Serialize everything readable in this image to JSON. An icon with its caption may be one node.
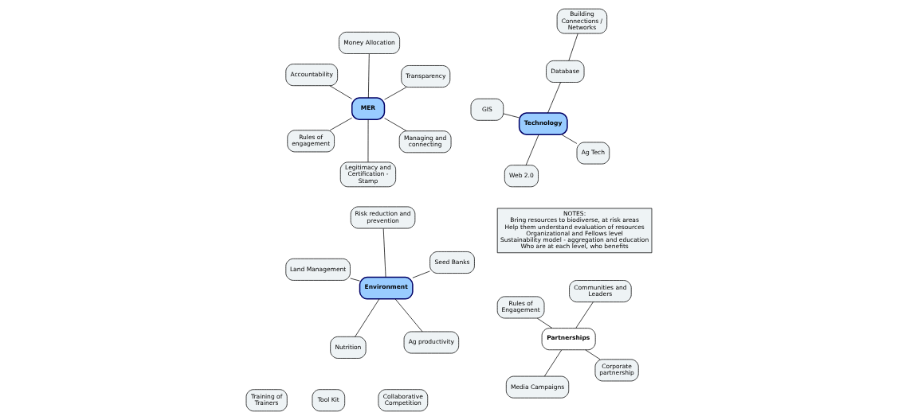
{
  "diagram": {
    "nodes": [
      {
        "text": [
          "Technology"
        ]
      },
      {
        "text": [
          "Ag Tech"
        ]
      },
      {
        "text": [
          "Web 2.0"
        ]
      },
      {
        "text": [
          "GIS"
        ]
      },
      {
        "text": [
          "Database"
        ]
      },
      {
        "text": [
          "Building Connections / Networks"
        ]
      },
      {
        "text": [
          "Environment"
        ]
      },
      {
        "text": [
          "Ag productivity"
        ]
      },
      {
        "text": [
          "Nutrition"
        ]
      },
      {
        "text": [
          "Land Management"
        ]
      },
      {
        "text": [
          "Seed Banks"
        ]
      },
      {
        "text": [
          "Risk reduction and prevention"
        ]
      },
      {
        "text": [
          "MER"
        ]
      },
      {
        "text": [
          "Managing and connecting"
        ]
      },
      {
        "text": [
          "Legitimacy and Certification - Stamp"
        ]
      },
      {
        "text": [
          "Accountability"
        ]
      },
      {
        "text": [
          "Transparency"
        ]
      },
      {
        "text": [
          "Money Allocation"
        ]
      },
      {
        "text": [
          "Rules of engagement"
        ]
      },
      {
        "text": [
          "Partnerships"
        ]
      },
      {
        "text": [
          "Corporate partnership"
        ]
      },
      {
        "text": [
          "Media Campaigns"
        ]
      },
      {
        "text": [
          "Rules of Engagement"
        ]
      },
      {
        "text": [
          "Communities and Leaders"
        ]
      },
      {
        "text": [
          "Collaborative Competition"
        ]
      },
      {
        "text": [
          "Training of Trainers"
        ]
      },
      {
        "text": [
          "Tool Kit"
        ]
      },
      {
        "text": [
          "NOTES:",
          "Bring resources to biodiverse, at risk areas",
          "Help them understand evaluation of resources",
          "Organizational and Fellows level",
          "Sustainability model - aggregation and education",
          "Who are at each level, who benefits"
        ]
      }
    ],
    "edges": [
      {
        "from": 0,
        "to": 1,
        "arrow": "none"
      },
      {
        "from": 0,
        "to": 2,
        "arrow": "none"
      },
      {
        "from": 0,
        "to": 3,
        "arrow": "none"
      },
      {
        "from": 0,
        "to": 4,
        "arrow": "none"
      },
      {
        "from": 4,
        "to": 5,
        "arrow": "none"
      },
      {
        "from": 6,
        "to": 7,
        "arrow": "none"
      },
      {
        "from": 6,
        "to": 8,
        "arrow": "none"
      },
      {
        "from": 6,
        "to": 9,
        "arrow": "none"
      },
      {
        "from": 6,
        "to": 10,
        "arrow": "none"
      },
      {
        "from": 6,
        "to": 11,
        "arrow": "none"
      },
      {
        "from": 12,
        "to": 13,
        "arrow": "none"
      },
      {
        "from": 12,
        "to": 14,
        "arrow": "none"
      },
      {
        "from": 12,
        "to": 15,
        "arrow": "none"
      },
      {
        "from": 12,
        "to": 16,
        "arrow": "none"
      },
      {
        "from": 12,
        "to": 17,
        "arrow": "none"
      },
      {
        "from": 12,
        "to": 18,
        "arrow": "none"
      },
      {
        "from": 19,
        "to": 20,
        "arrow": "none"
      },
      {
        "from": 19,
        "to": 21,
        "arrow": "none"
      },
      {
        "from": 19,
        "to": 22,
        "arrow": "none"
      },
      {
        "from": 19,
        "to": 23,
        "arrow": "none"
      }
    ]
  }
}
